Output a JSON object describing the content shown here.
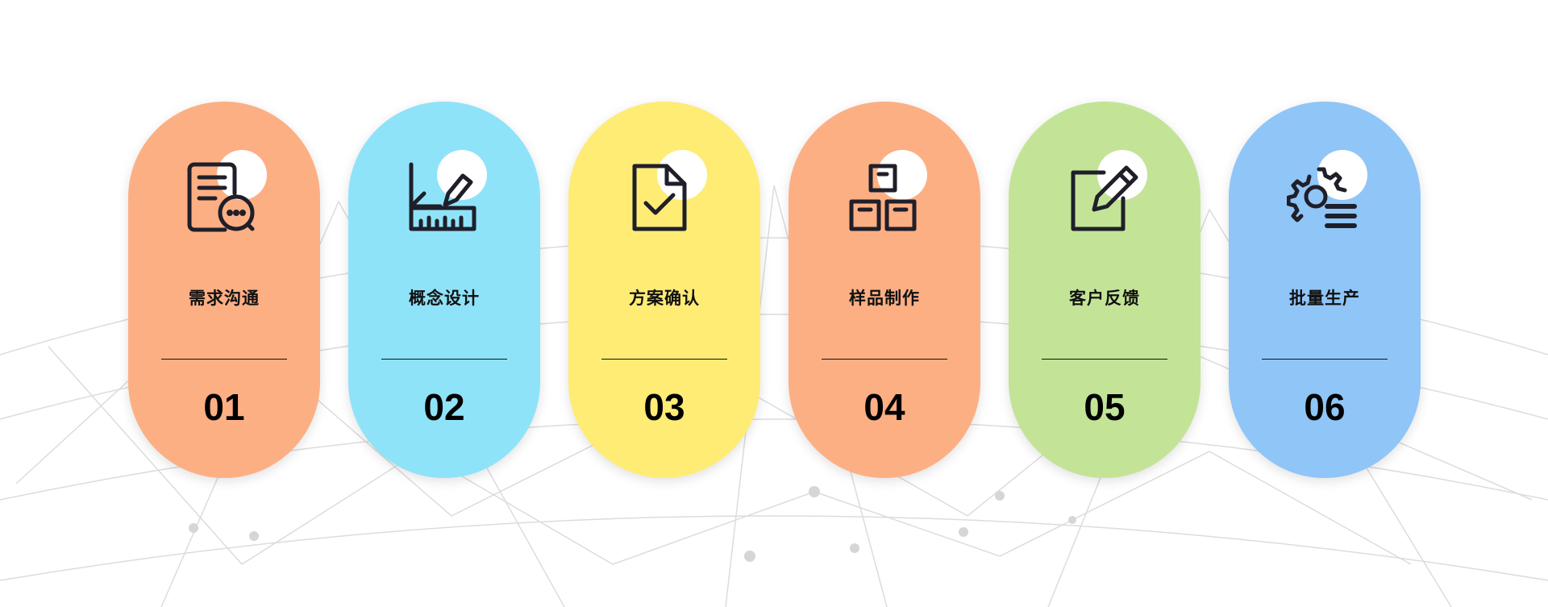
{
  "steps": [
    {
      "title": "需求沟通",
      "number": "01",
      "color": "#FDAF84",
      "icon": "document-chat-icon"
    },
    {
      "title": "概念设计",
      "number": "02",
      "color": "#8FE3F8",
      "icon": "ruler-pencil-icon"
    },
    {
      "title": "方案确认",
      "number": "03",
      "color": "#FEEC75",
      "icon": "document-check-icon"
    },
    {
      "title": "样品制作",
      "number": "04",
      "color": "#FDAF84",
      "icon": "boxes-icon"
    },
    {
      "title": "客户反馈",
      "number": "05",
      "color": "#C3E497",
      "icon": "edit-icon"
    },
    {
      "title": "批量生产",
      "number": "06",
      "color": "#90C5F7",
      "icon": "gear-production-icon"
    }
  ]
}
